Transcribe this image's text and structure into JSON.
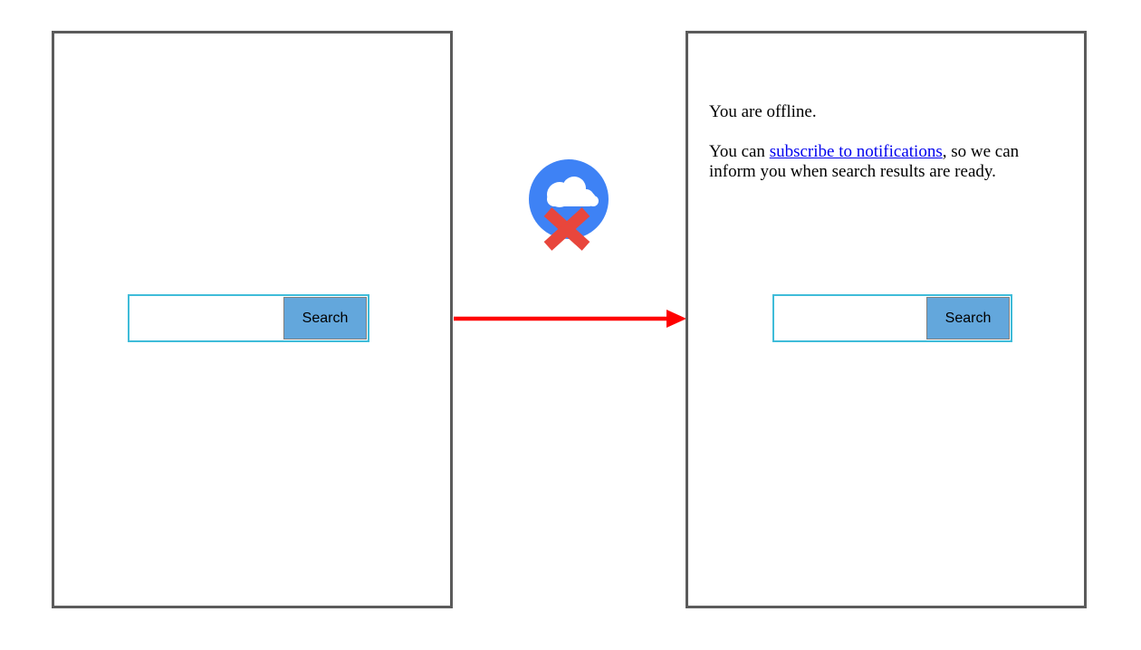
{
  "left_panel": {
    "search_form": {
      "input_value": "",
      "button_label": "Search"
    }
  },
  "right_panel": {
    "offline_status": "You are offline.",
    "notification_sentence": {
      "before_link": "You can ",
      "link_text": "subscribe to notifications",
      "after_link": ", so we can inform you when search results are ready."
    },
    "search_form": {
      "input_value": "",
      "button_label": "Search"
    }
  },
  "offline_icon": {
    "circle_color": "#3e82f5",
    "cloud_color": "#ffffff",
    "cross_color": "#e8463c"
  },
  "connector": {
    "arrow_color": "#ff0000"
  },
  "colors": {
    "frame_border": "#5b5b5b",
    "input_border": "#3fbcd9",
    "button_fill": "#63a7dc",
    "button_border": "#7f7f7f",
    "link_color": "#0000ee"
  }
}
